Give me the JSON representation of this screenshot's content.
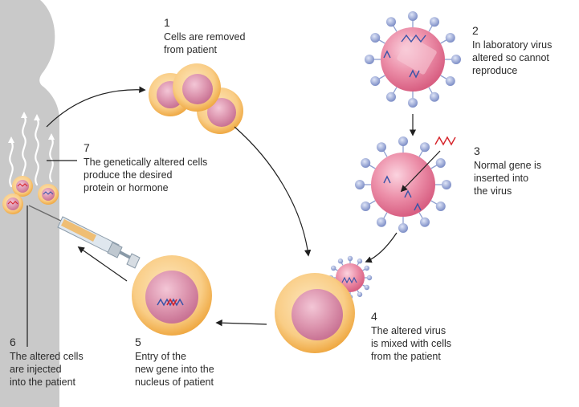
{
  "steps": [
    {
      "number": "1",
      "lines": [
        "Cells are removed",
        "from patient"
      ]
    },
    {
      "number": "2",
      "lines": [
        "In laboratory virus",
        "altered so cannot",
        "reproduce"
      ]
    },
    {
      "number": "3",
      "lines": [
        "Normal gene is",
        "inserted into",
        "the virus"
      ]
    },
    {
      "number": "4",
      "lines": [
        "The altered virus",
        "is mixed with cells",
        "from the patient"
      ]
    },
    {
      "number": "5",
      "lines": [
        "Entry of the",
        "new gene into the",
        "nucleus of patient"
      ]
    },
    {
      "number": "6",
      "lines": [
        "The altered cells",
        "are injected",
        "into the patient"
      ]
    },
    {
      "number": "7",
      "lines": [
        "The genetically altered cells",
        "produce the desired",
        "protein or hormone"
      ]
    }
  ],
  "colors": {
    "body_silhouette": "#c9c9c9",
    "cell_membrane": "#f3b455",
    "cell_cytoplasm": "#fbd9a0",
    "nucleus": "#d88aa6",
    "virus_capsid": "#e0708f",
    "virus_spike": "#8f9fd0",
    "dna_blue": "#3a54a8",
    "dna_red": "#d6232a",
    "arrow": "#1f1f1f"
  },
  "icons": [
    "cell-icon",
    "virus-icon",
    "dna-icon",
    "syringe-icon",
    "human-silhouette-icon",
    "arrow-icon"
  ]
}
